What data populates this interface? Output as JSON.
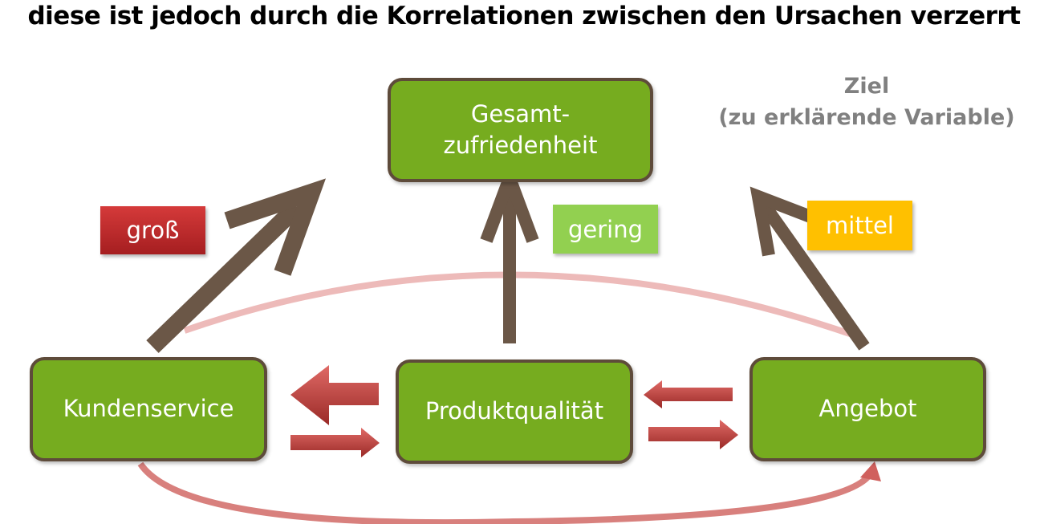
{
  "title": "diese ist jedoch durch die Korrelationen zwischen den Ursachen verzerrt",
  "target": {
    "line1": "Ziel",
    "line2": "(zu erklärende Variable)"
  },
  "boxes": {
    "gesamt": "Gesamt-\nzufriedenheit",
    "kunden": "Kundenservice",
    "produkt": "Produktqualität",
    "angebot": "Angebot"
  },
  "tags": {
    "gross": "groß",
    "gering": "gering",
    "mittel": "mittel"
  },
  "colors": {
    "box": "#76ac1f",
    "arrow": "#6b5747",
    "gross": "#c0282a",
    "gering": "#92d050",
    "mittel": "#ffc000",
    "correlation": "#c0504d"
  }
}
